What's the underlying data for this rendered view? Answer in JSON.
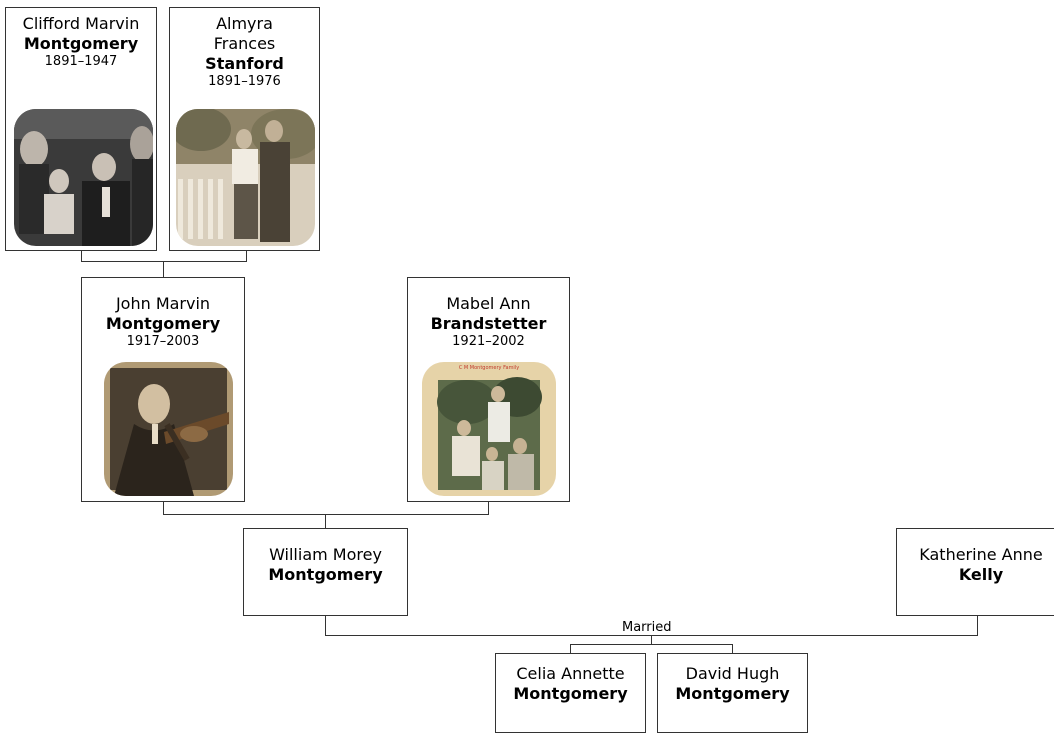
{
  "people": {
    "clifford": {
      "given": "Clifford Marvin",
      "surname": "Montgomery",
      "dates": "1891–1947"
    },
    "almyra": {
      "given": "Almyra\nFrances",
      "surname": "Stanford",
      "dates": "1891–1976"
    },
    "john": {
      "given": "John Marvin",
      "surname": "Montgomery",
      "dates": "1917–2003"
    },
    "mabel": {
      "given": "Mabel Ann",
      "surname": "Brandstetter",
      "dates": "1921–2002"
    },
    "william": {
      "given": "William Morey",
      "surname": "Montgomery"
    },
    "katherine": {
      "given": "Katherine Anne",
      "surname": "Kelly"
    },
    "celia": {
      "given": "Celia Annette",
      "surname": "Montgomery"
    },
    "david": {
      "given": "David Hugh",
      "surname": "Montgomery"
    }
  },
  "relations": {
    "married_label": "Married"
  },
  "photo_caption": "C M Montgomery Family"
}
